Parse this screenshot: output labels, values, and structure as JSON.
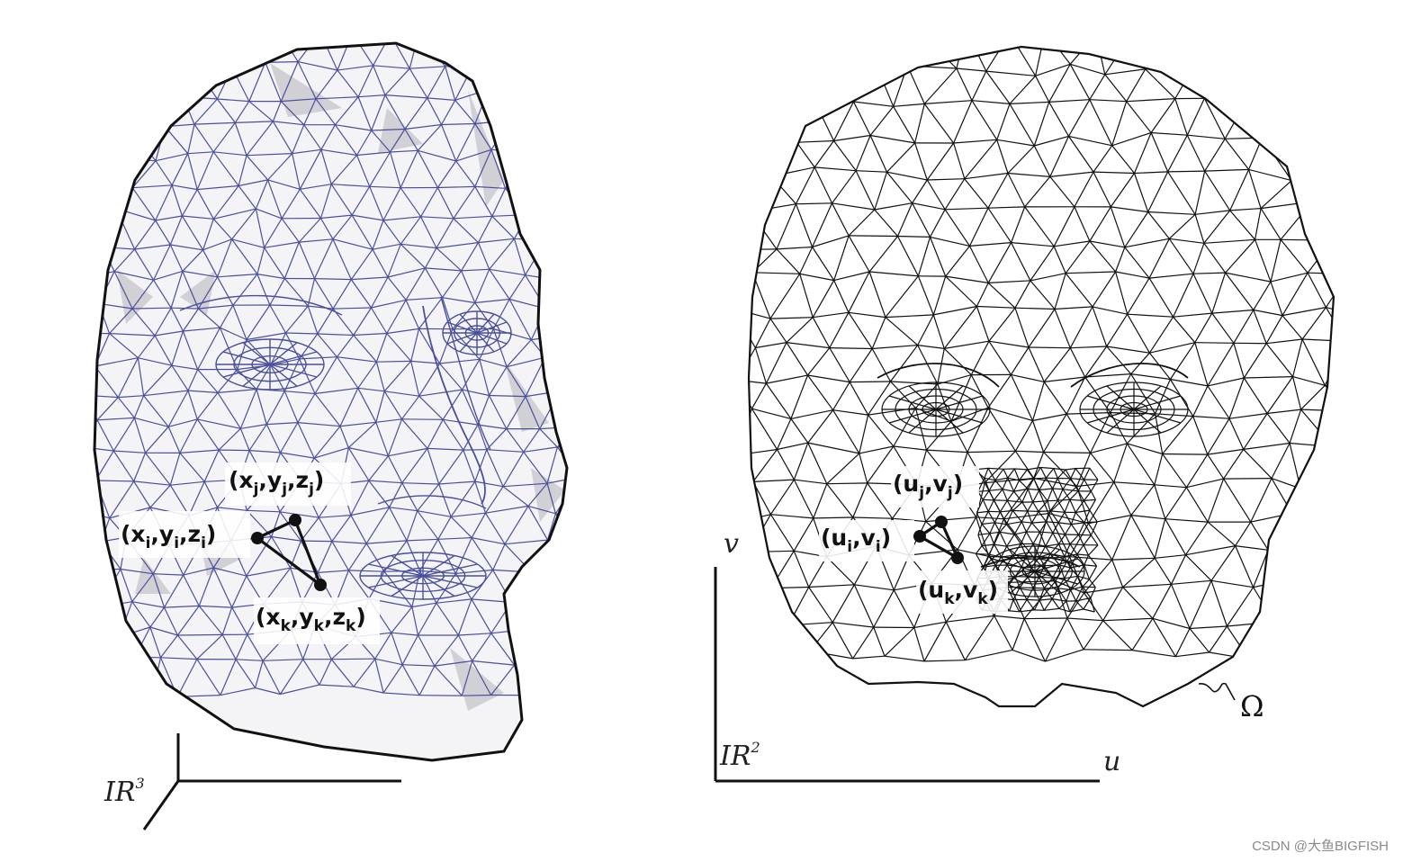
{
  "colors": {
    "mesh3d": "#4a4f9c",
    "mesh2d": "#111111",
    "shade": "#c9c9cf",
    "ink": "#111111"
  },
  "left": {
    "axis": {
      "R": "IR",
      "sup": "3"
    },
    "vertex_i": {
      "open": "(x",
      "s1": "i",
      "c1": ",y",
      "s2": "i",
      "c2": ",z",
      "s3": "i",
      "close": ")"
    },
    "vertex_j": {
      "open": "(x",
      "s1": "j",
      "c1": ",y",
      "s2": "j",
      "c2": ",z",
      "s3": "j",
      "close": ")"
    },
    "vertex_k": {
      "open": "(x",
      "s1": "k",
      "c1": ",y",
      "s2": "k",
      "c2": ",z",
      "s3": "k",
      "close": ")"
    }
  },
  "right": {
    "axis": {
      "R": "IR",
      "sup": "2",
      "u": "u",
      "v": "v"
    },
    "domain": "Ω",
    "vertex_i": {
      "open": "(u",
      "s1": "i",
      "c1": ",v",
      "s2": "i",
      "close": ")"
    },
    "vertex_j": {
      "open": "(u",
      "s1": "j",
      "c1": ",v",
      "s2": "j",
      "close": ")"
    },
    "vertex_k": {
      "open": "(u",
      "s1": "k",
      "c1": ",v",
      "s2": "k",
      "close": ")"
    }
  },
  "watermark": "CSDN @大鱼BIGFISH"
}
